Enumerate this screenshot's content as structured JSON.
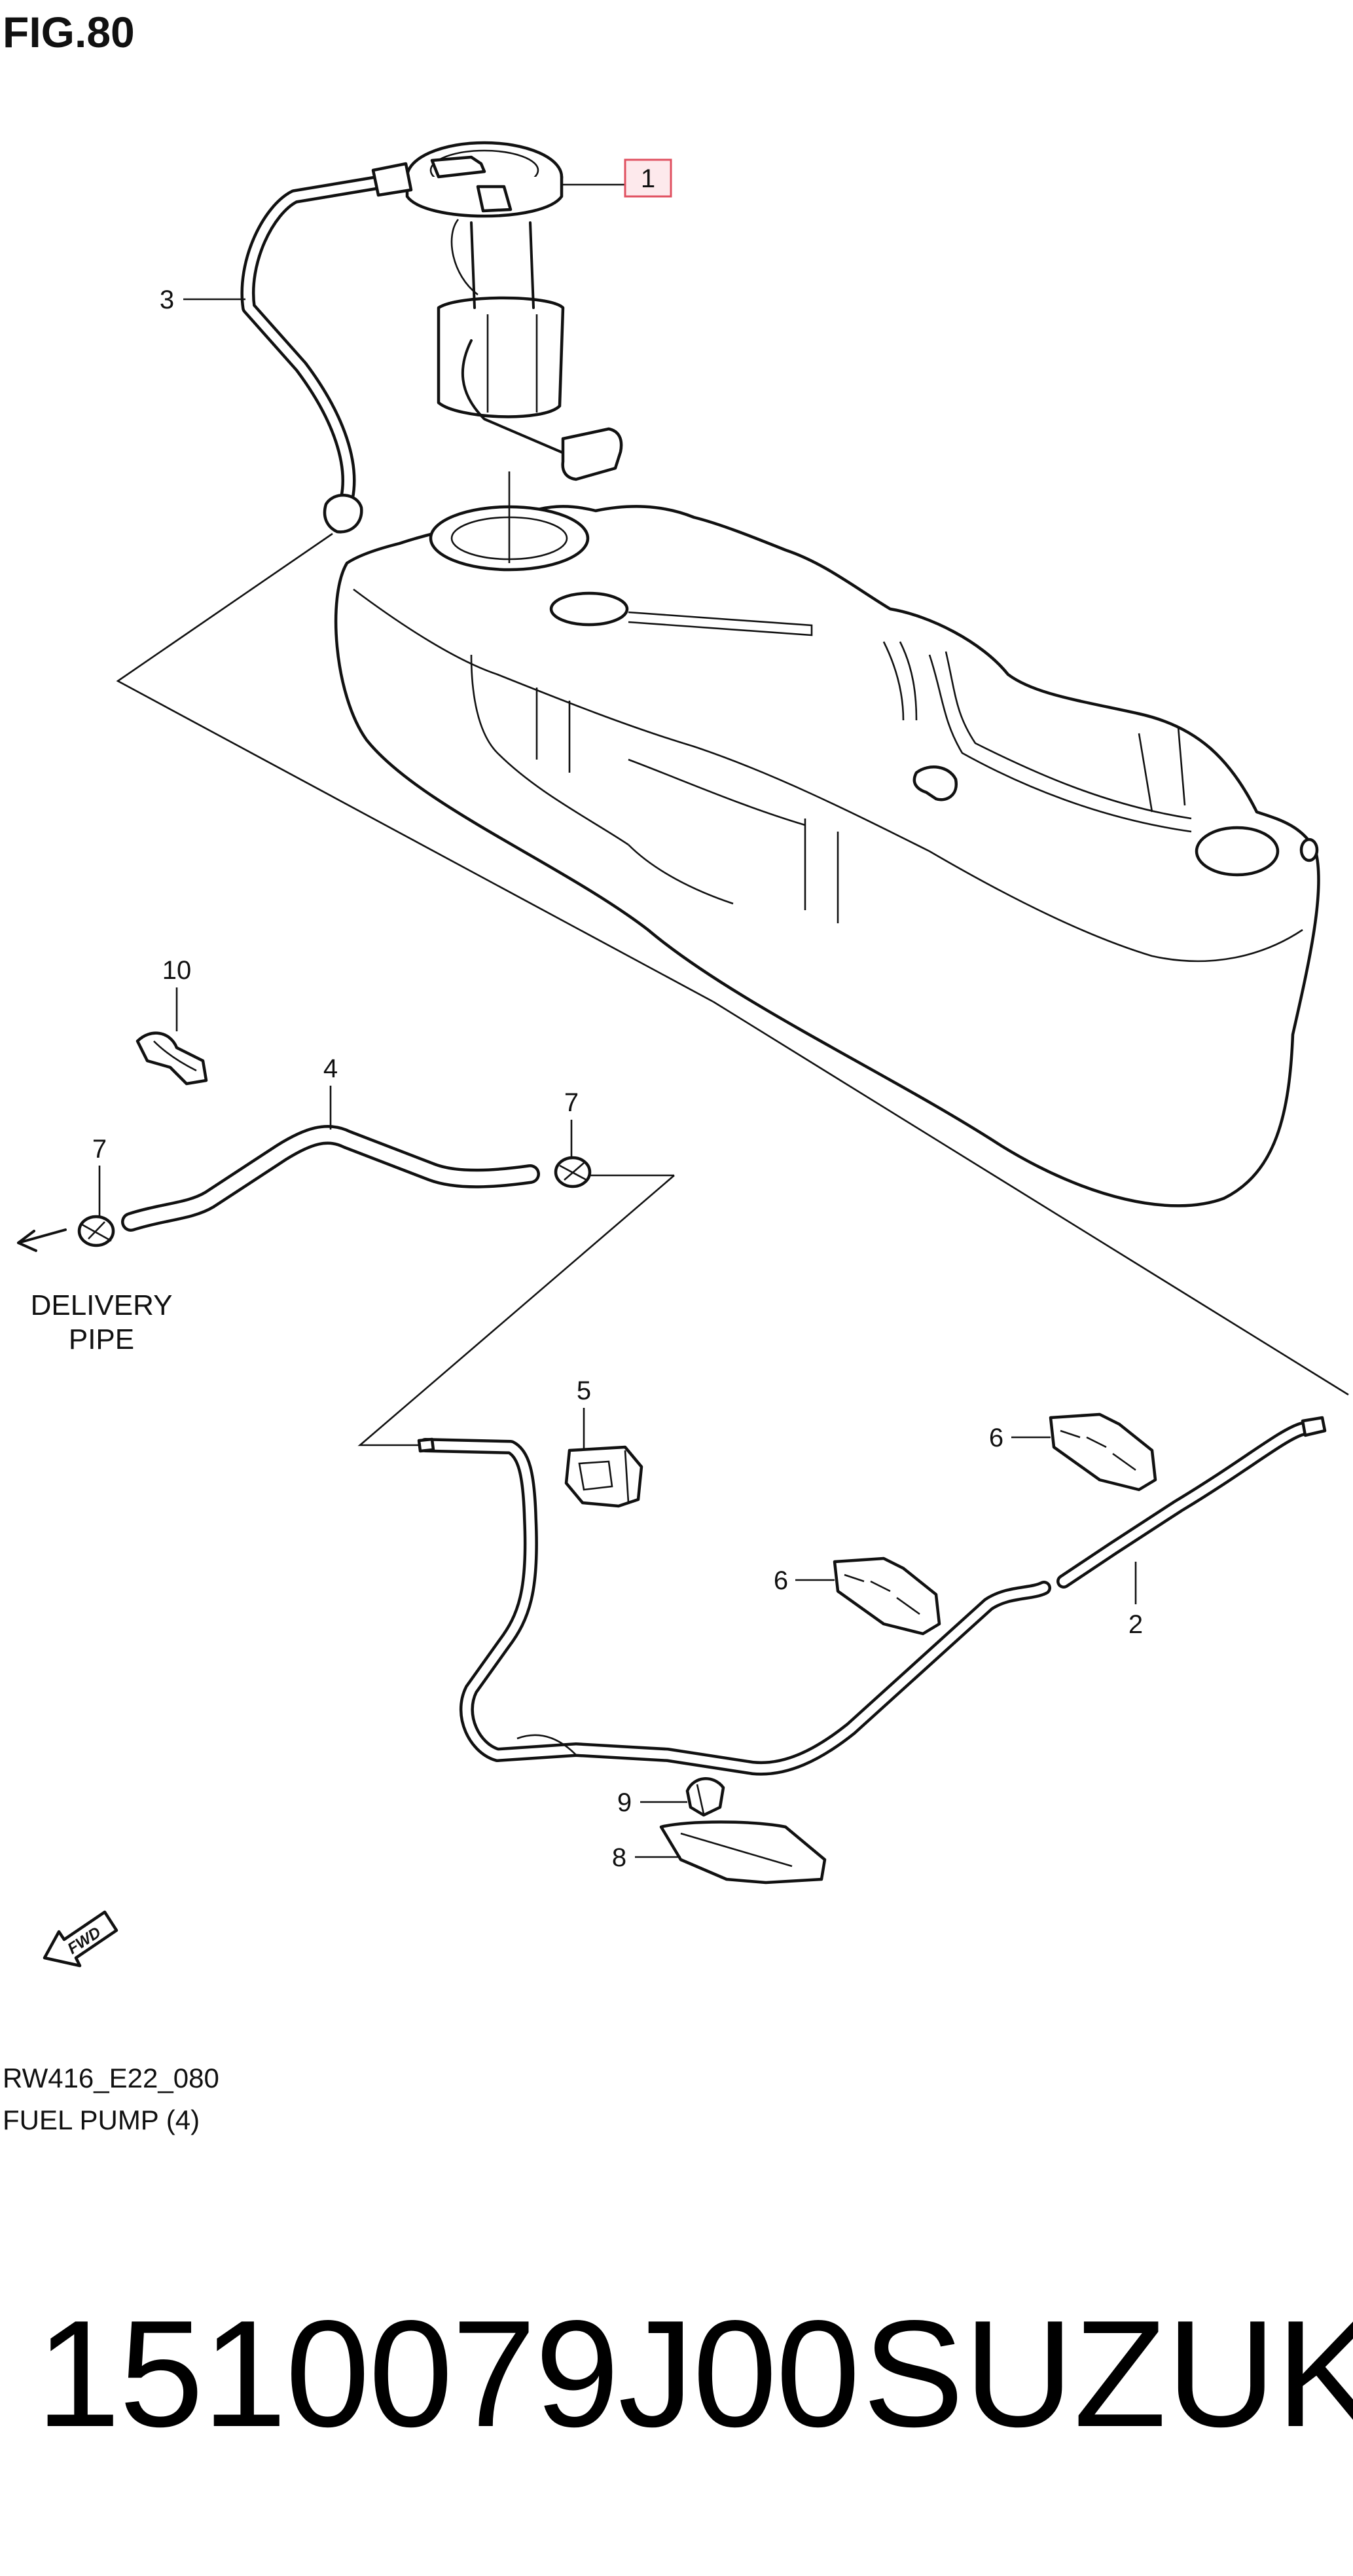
{
  "figure": {
    "title": "FIG.80",
    "code": "RW416_E22_080",
    "caption": "FUEL PUMP (4)"
  },
  "callouts": [
    {
      "id": "callout-1",
      "label": "1",
      "part": "fuel pump assembly",
      "highlighted": true
    },
    {
      "id": "callout-2",
      "label": "2",
      "part": "fuel feed pipe"
    },
    {
      "id": "callout-3",
      "label": "3",
      "part": "fuel hose"
    },
    {
      "id": "callout-4",
      "label": "4",
      "part": "fuel hose"
    },
    {
      "id": "callout-5",
      "label": "5",
      "part": "pipe clamp"
    },
    {
      "id": "callout-6a",
      "label": "6",
      "part": "pipe clamp"
    },
    {
      "id": "callout-6b",
      "label": "6",
      "part": "pipe clamp"
    },
    {
      "id": "callout-7a",
      "label": "7",
      "part": "hose clip"
    },
    {
      "id": "callout-7b",
      "label": "7",
      "part": "hose clip"
    },
    {
      "id": "callout-8",
      "label": "8",
      "part": "protector"
    },
    {
      "id": "callout-9",
      "label": "9",
      "part": "clip"
    },
    {
      "id": "callout-10",
      "label": "10",
      "part": "clamp"
    }
  ],
  "delivery_pipe": {
    "line1": "DELIVERY",
    "line2": "PIPE"
  },
  "fwd_marker": "FWD",
  "banner": {
    "part_number": "1510079J00",
    "brand": "SUZUKI"
  },
  "colors": {
    "highlight_box": "#e05060",
    "highlight_fill": "#fde9ec",
    "ink": "#111111",
    "background": "#ffffff"
  }
}
